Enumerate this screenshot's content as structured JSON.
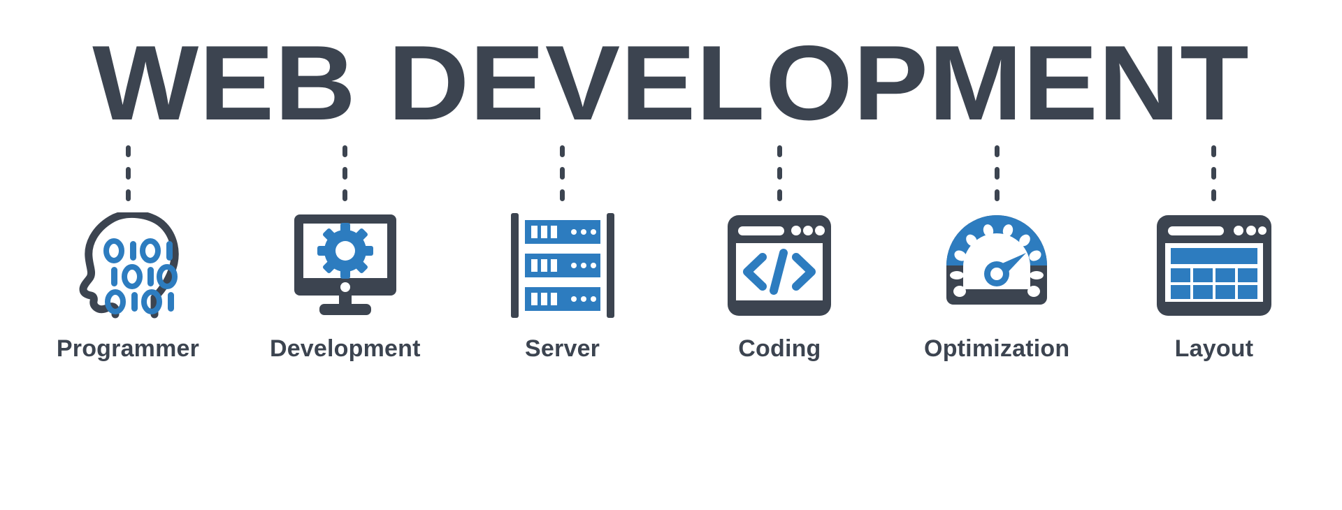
{
  "banner": {
    "title": "WEB DEVELOPMENT",
    "background_color": "#ffffff",
    "dark_color": "#3c4450",
    "accent_color": "#2d7cbf",
    "connector": {
      "dash_count": 3
    }
  },
  "items": [
    {
      "label": "Programmer",
      "icon": "head-binary-icon",
      "binary_rows": [
        "0101",
        "1010",
        "0101"
      ]
    },
    {
      "label": "Development",
      "icon": "monitor-gear-icon"
    },
    {
      "label": "Server",
      "icon": "server-rack-icon",
      "rack_units": 3
    },
    {
      "label": "Coding",
      "icon": "code-browser-icon",
      "symbol": "</>"
    },
    {
      "label": "Optimization",
      "icon": "speedometer-icon"
    },
    {
      "label": "Layout",
      "icon": "layout-grid-icon",
      "grid_rows": 2,
      "grid_cols": 4
    }
  ]
}
